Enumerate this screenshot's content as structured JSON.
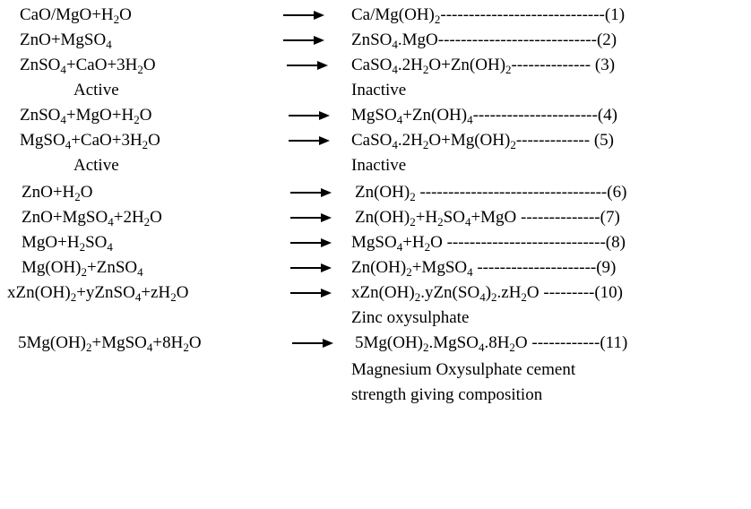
{
  "reactions": [
    {
      "lhs": [
        [
          "CaO/MgO+H",
          ""
        ],
        [
          "2",
          "sub"
        ],
        [
          "O",
          ""
        ]
      ],
      "rhs": [
        [
          "Ca/Mg(OH)",
          ""
        ],
        [
          "2",
          "sub"
        ]
      ],
      "dashes": "-----------------------------",
      "num": "(1)"
    },
    {
      "lhs": [
        [
          "ZnO+MgSO",
          ""
        ],
        [
          "4",
          "sub"
        ]
      ],
      "rhs": [
        [
          "ZnSO",
          ""
        ],
        [
          "4",
          "sub"
        ],
        [
          ".MgO",
          ""
        ]
      ],
      "dashes": "----------------------------",
      "num": "(2)"
    },
    {
      "lhs": [
        [
          "ZnSO",
          ""
        ],
        [
          "4",
          "sub"
        ],
        [
          "+CaO+3H",
          ""
        ],
        [
          "2",
          "sub"
        ],
        [
          "O",
          ""
        ]
      ],
      "rhs": [
        [
          "CaSO",
          ""
        ],
        [
          "4",
          "sub"
        ],
        [
          ".2H",
          ""
        ],
        [
          "2",
          "sub"
        ],
        [
          "O+Zn(OH)",
          ""
        ],
        [
          "2",
          "sub"
        ]
      ],
      "dashes": "--------------",
      "num": " (3)"
    },
    {
      "lhs": [
        [
          "ZnSO",
          ""
        ],
        [
          "4",
          "sub"
        ],
        [
          "+MgO+H",
          ""
        ],
        [
          "2",
          "sub"
        ],
        [
          "O",
          ""
        ]
      ],
      "rhs": [
        [
          "MgSO",
          ""
        ],
        [
          "4",
          "sub"
        ],
        [
          "+Zn(OH)",
          ""
        ],
        [
          "4",
          "sub"
        ]
      ],
      "dashes": "----------------------",
      "num": "(4)"
    },
    {
      "lhs": [
        [
          "MgSO",
          ""
        ],
        [
          "4",
          "sub"
        ],
        [
          "+CaO+3H",
          ""
        ],
        [
          "2",
          "sub"
        ],
        [
          "O",
          ""
        ]
      ],
      "rhs": [
        [
          "CaSO",
          ""
        ],
        [
          "4",
          "sub"
        ],
        [
          ".2H",
          ""
        ],
        [
          "2",
          "sub"
        ],
        [
          "O+Mg(OH)",
          ""
        ],
        [
          "2",
          "sub"
        ]
      ],
      "dashes": "-------------",
      "num": " (5)"
    },
    {
      "lhs": [
        [
          "ZnO+H",
          ""
        ],
        [
          "2",
          "sub"
        ],
        [
          "O",
          ""
        ]
      ],
      "rhs": [
        [
          "Zn(OH)",
          ""
        ],
        [
          "2",
          "sub"
        ]
      ],
      "dashes": " ---------------------------------",
      "num": "(6)"
    },
    {
      "lhs": [
        [
          "ZnO+MgSO",
          ""
        ],
        [
          "4",
          "sub"
        ],
        [
          "+2H",
          ""
        ],
        [
          "2",
          "sub"
        ],
        [
          "O",
          ""
        ]
      ],
      "rhs": [
        [
          "Zn(OH)",
          ""
        ],
        [
          "2",
          "sub"
        ],
        [
          "+H",
          ""
        ],
        [
          "2",
          "sub"
        ],
        [
          "SO",
          ""
        ],
        [
          "4",
          "sub"
        ],
        [
          "+MgO",
          ""
        ]
      ],
      "dashes": " --------------",
      "num": "(7)"
    },
    {
      "lhs": [
        [
          "MgO+H",
          ""
        ],
        [
          "2",
          "sub"
        ],
        [
          "SO",
          ""
        ],
        [
          "4",
          "sub"
        ]
      ],
      "rhs": [
        [
          "MgSO",
          ""
        ],
        [
          "4",
          "sub"
        ],
        [
          "+H",
          ""
        ],
        [
          "2",
          "sub"
        ],
        [
          "O",
          ""
        ]
      ],
      "dashes": " ----------------------------",
      "num": "(8)"
    },
    {
      "lhs": [
        [
          "Mg(OH)",
          ""
        ],
        [
          "2",
          "sub"
        ],
        [
          "+ZnSO",
          ""
        ],
        [
          "4",
          "sub"
        ]
      ],
      "rhs": [
        [
          "Zn(OH)",
          ""
        ],
        [
          "2",
          "sub"
        ],
        [
          "+MgSO",
          ""
        ],
        [
          "4",
          "sub"
        ]
      ],
      "dashes": " ---------------------",
      "num": "(9)"
    },
    {
      "lhs": [
        [
          "xZn(OH)",
          ""
        ],
        [
          "2",
          "sub"
        ],
        [
          "+yZnSO",
          ""
        ],
        [
          "4",
          "sub"
        ],
        [
          "+zH",
          ""
        ],
        [
          "2",
          "sub"
        ],
        [
          "O",
          ""
        ]
      ],
      "rhs": [
        [
          "xZn(OH)",
          ""
        ],
        [
          "2",
          "sub"
        ],
        [
          ".yZn(SO",
          ""
        ],
        [
          "4",
          "sub"
        ],
        [
          ")",
          ""
        ],
        [
          "2",
          "sub"
        ],
        [
          ".zH",
          ""
        ],
        [
          "2",
          "sub"
        ],
        [
          "O",
          ""
        ]
      ],
      "dashes": " ---------",
      "num": "(10)"
    },
    {
      "lhs": [
        [
          "5Mg(OH)",
          ""
        ],
        [
          "2",
          "sub"
        ],
        [
          "+MgSO",
          ""
        ],
        [
          "4",
          "sub"
        ],
        [
          "+8H",
          ""
        ],
        [
          "2",
          "sub"
        ],
        [
          "O",
          ""
        ]
      ],
      "rhs": [
        [
          "5Mg(OH)",
          ""
        ],
        [
          "2",
          "sub"
        ],
        [
          ".MgSO",
          ""
        ],
        [
          "4",
          "sub"
        ],
        [
          ".8H",
          ""
        ],
        [
          "2",
          "sub"
        ],
        [
          "O",
          ""
        ]
      ],
      "dashes": " ------------",
      "num": "(11)"
    }
  ],
  "labels": {
    "active_1": "Active",
    "inactive_1": "Inactive",
    "active_2": "Active",
    "inactive_2": "Inactive",
    "zinc_oxysulphate": "Zinc oxysulphate",
    "mos_line1": "Magnesium Oxysulphate cement",
    "mos_line2": "strength giving composition"
  }
}
